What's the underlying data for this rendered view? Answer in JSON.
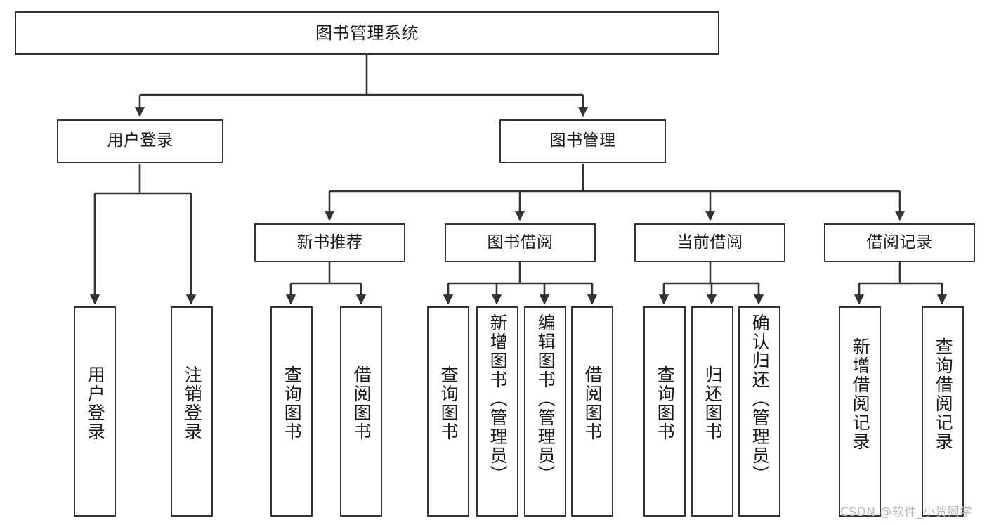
{
  "diagram": {
    "title": "图书管理系统",
    "type": "tree-hierarchy-chart",
    "colors": {
      "box_border": "#333333",
      "box_fill": "#ffffff",
      "edge": "#333333",
      "text": "#1a1a1a",
      "watermark": "#b9b9b9"
    },
    "root": {
      "label": "图书管理系统"
    },
    "level2": [
      {
        "label": "用户登录"
      },
      {
        "label": "图书管理"
      }
    ],
    "level3": [
      {
        "label": "新书推荐"
      },
      {
        "label": "图书借阅"
      },
      {
        "label": "当前借阅"
      },
      {
        "label": "借阅记录"
      }
    ],
    "leaves": {
      "user_login": [
        {
          "label": "用户登录"
        },
        {
          "label": "注销登录"
        }
      ],
      "new_book_recommend": [
        {
          "label": "查询图书"
        },
        {
          "label": "借阅图书"
        }
      ],
      "book_borrow": [
        {
          "label": "查询图书"
        },
        {
          "label": "新增图书（管理员）"
        },
        {
          "label": "编辑图书（管理员）"
        },
        {
          "label": "借阅图书"
        }
      ],
      "current_borrow": [
        {
          "label": "查询图书"
        },
        {
          "label": "归还图书"
        },
        {
          "label": "确认归还（管理员）"
        }
      ],
      "borrow_record": [
        {
          "label": "新增借阅记录"
        },
        {
          "label": "查询借阅记录"
        }
      ]
    },
    "watermark": "CSDN @软件_小贺同学"
  }
}
